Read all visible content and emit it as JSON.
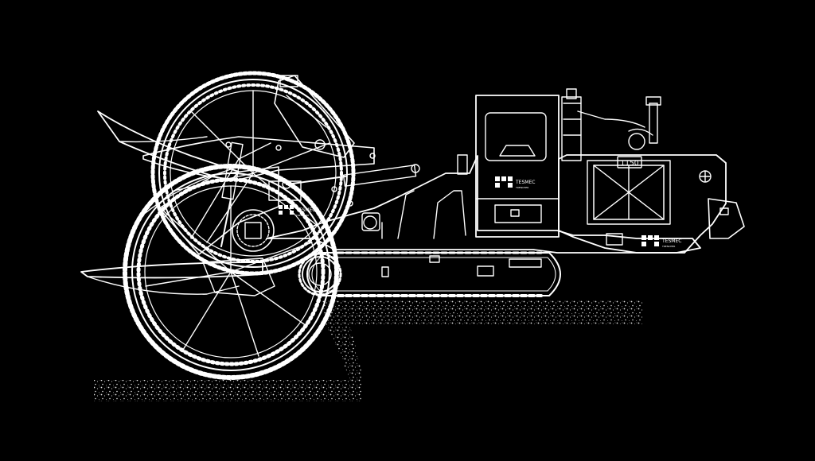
{
  "drawing": {
    "background": "#000000",
    "line_color": "#ffffff",
    "model_plate": "1150",
    "brand_name": "TESMEC",
    "brand_sub": "TRENCHER"
  }
}
